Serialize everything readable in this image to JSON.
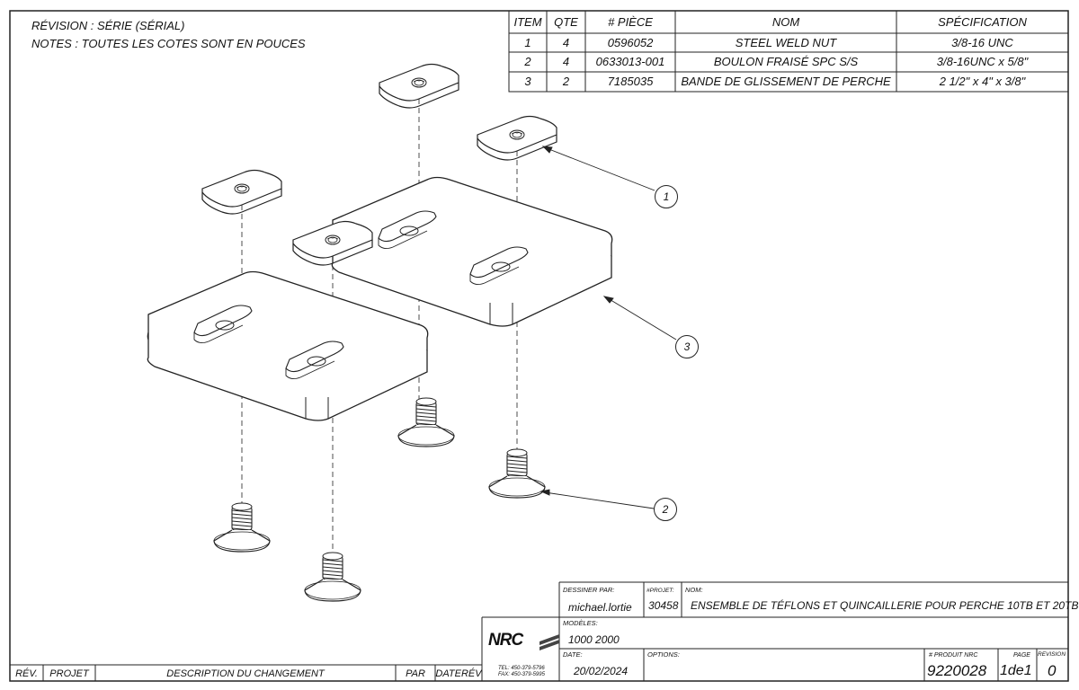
{
  "header": {
    "revision": "RÉVISION : SÉRIE (SÉRIAL)",
    "notes": "NOTES : TOUTES LES COTES SONT EN POUCES"
  },
  "bom": {
    "headers": [
      "ITEM",
      "QTE",
      "# PIÈCE",
      "NOM",
      "SPÉCIFICATION"
    ],
    "rows": [
      [
        "1",
        "4",
        "0596052",
        "STEEL WELD NUT",
        "3/8-16 UNC"
      ],
      [
        "2",
        "4",
        "0633013-001",
        "BOULON FRAISÉ SPC S/S",
        "3/8-16UNC x 5/8\""
      ],
      [
        "3",
        "2",
        "7185035",
        "BANDE DE GLISSEMENT DE PERCHE",
        "2 1/2\" x 4\" x 3/8\""
      ]
    ]
  },
  "balloons": [
    "1",
    "2",
    "3"
  ],
  "revision_table": {
    "headers": [
      "RÉV.",
      "PROJET",
      "DESCRIPTION DU CHANGEMENT",
      "PAR",
      "DATE"
    ],
    "trailing_label": "RÉV"
  },
  "title_block": {
    "logo": "NRC",
    "tel": "TEL: 450-379-5796",
    "fax": "FAX: 450-379-5995",
    "drawn_by_label": "DESSINER PAR:",
    "drawn_by": "michael.lortie",
    "project_label": "#PROJET:",
    "project": "30458",
    "name_label": "NOM:",
    "name": "ENSEMBLE DE TÉFLONS ET QUINCAILLERIE POUR PERCHE 10TB ET 20TB",
    "models_label": "MODÈLES:",
    "models": "1000 2000",
    "date_label": "DATE:",
    "date": "20/02/2024",
    "options_label": "OPTIONS:",
    "product_label": "# PRODUIT NRC",
    "product": "9220028",
    "page_label": "PAGE",
    "page": "1de1",
    "revision_label": "REVISION",
    "revision": "0"
  }
}
